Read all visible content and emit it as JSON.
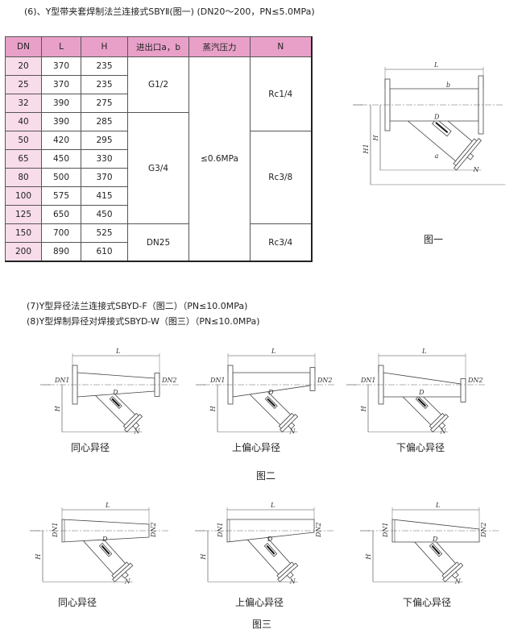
{
  "section6": {
    "title": "(6)、Y型带夹套焊制法兰连接式SBYⅡ(图一) (DN20～200，PN≤5.0MPa)",
    "table": {
      "headers": [
        "DN",
        "L",
        "H",
        "进出口a，b",
        "蒸汽压力",
        "N"
      ],
      "rows": [
        {
          "dn": "20",
          "L": "370",
          "H": "235"
        },
        {
          "dn": "25",
          "L": "370",
          "H": "235"
        },
        {
          "dn": "32",
          "L": "390",
          "H": "275"
        },
        {
          "dn": "40",
          "L": "390",
          "H": "285"
        },
        {
          "dn": "50",
          "L": "420",
          "H": "295"
        },
        {
          "dn": "65",
          "L": "450",
          "H": "330"
        },
        {
          "dn": "80",
          "L": "500",
          "H": "370"
        },
        {
          "dn": "100",
          "L": "575",
          "H": "415"
        },
        {
          "dn": "125",
          "L": "650",
          "H": "450"
        },
        {
          "dn": "150",
          "L": "700",
          "H": "525"
        },
        {
          "dn": "200",
          "L": "890",
          "H": "610"
        }
      ],
      "ports": [
        {
          "label": "G1/2",
          "span": 3
        },
        {
          "label": "G3/4",
          "span": 6
        },
        {
          "label": "DN25",
          "span": 2
        }
      ],
      "steam_pressure": [
        {
          "label": "≤0.6MPa",
          "span": 11
        }
      ],
      "n": [
        {
          "label": "Rc1/4",
          "span": 4
        },
        {
          "label": "Rc3/8",
          "span": 5
        },
        {
          "label": "Rc3/4",
          "span": 2
        }
      ]
    },
    "figure_caption": "图一"
  },
  "section7": {
    "title": "(7)Y型异径法兰连接式SBYD-F（图二）（PN≤10.0MPa)"
  },
  "section8": {
    "title": "(8)Y型焊制异径对焊接式SBYD-W（图三）（PN≤10.0MPa)"
  },
  "figure2": {
    "captions": [
      "同心异径",
      "上偏心异径",
      "下偏心异径"
    ],
    "title": "图二"
  },
  "figure3": {
    "captions": [
      "同心异径",
      "上偏心异径",
      "下偏心异径"
    ],
    "title": "图三"
  },
  "drawing_labels": {
    "L": "L",
    "H": "H",
    "H1": "H1",
    "DN1": "DN1",
    "DN2": "DN2",
    "N": "N",
    "D": "D",
    "a": "a",
    "b": "b"
  },
  "colors": {
    "header_bg": "#e8a0c8",
    "dn_bg": "#f8dcea"
  }
}
